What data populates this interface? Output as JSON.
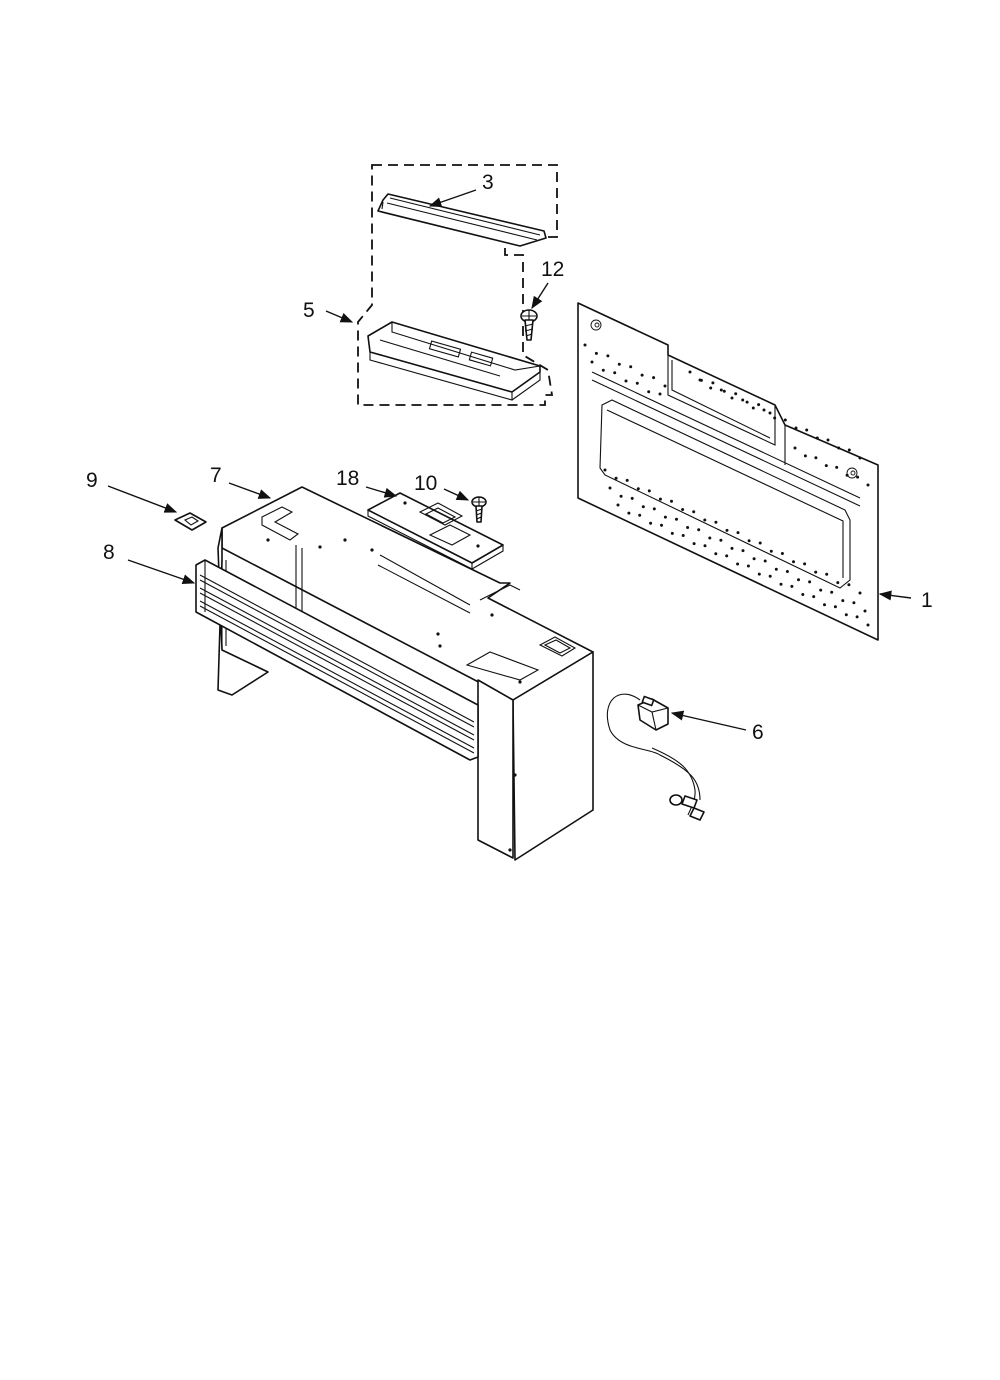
{
  "callouts": [
    {
      "id": "1",
      "label": "1"
    },
    {
      "id": "3",
      "label": "3"
    },
    {
      "id": "5",
      "label": "5"
    },
    {
      "id": "6",
      "label": "6"
    },
    {
      "id": "7",
      "label": "7"
    },
    {
      "id": "8",
      "label": "8"
    },
    {
      "id": "9",
      "label": "9"
    },
    {
      "id": "10",
      "label": "10"
    },
    {
      "id": "12",
      "label": "12"
    },
    {
      "id": "18",
      "label": "18"
    }
  ],
  "colors": {
    "line": "#111111",
    "background": "#ffffff"
  }
}
